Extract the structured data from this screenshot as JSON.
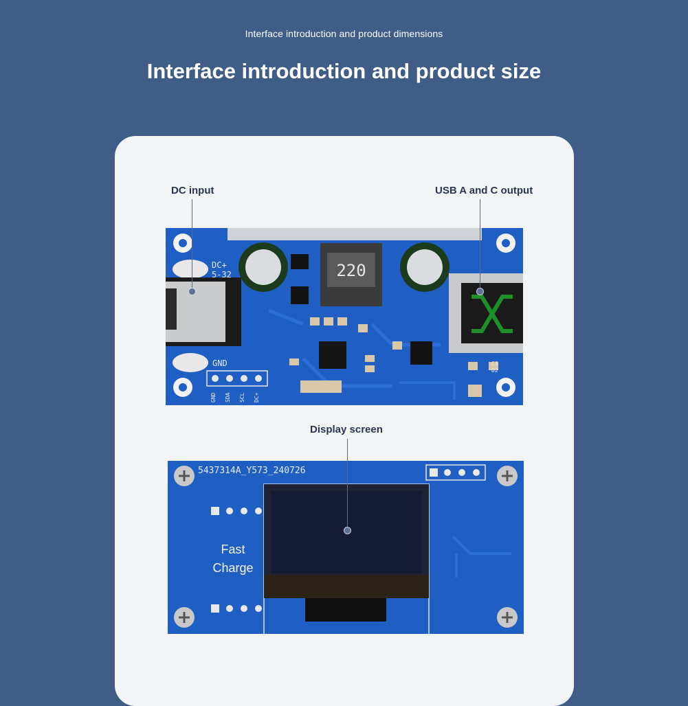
{
  "header": {
    "subtitle": "Interface introduction and product dimensions",
    "title": "Interface introduction and product size"
  },
  "card": {
    "top_board": {
      "dc_input_label": "DC input",
      "usb_output_label": "USB A and C output",
      "inductor_marking": "220",
      "silkscreen": {
        "dc_plus": "DC+",
        "voltage": "5-32",
        "gnd": "GND",
        "pin_gnd": "GND",
        "pin_sda": "SDA",
        "pin_scl": "SCL",
        "pin_dc": "DC+",
        "c3": "C3",
        "d2": "D2"
      }
    },
    "bottom_board": {
      "display_label": "Display screen",
      "serial": "5437314A_Y573_240726",
      "brand_line1": "Fast",
      "brand_line2": "Charge"
    }
  },
  "colors": {
    "page_background": "#3f5d87",
    "card_background": "#f3f4f6",
    "pcb_blue": "#1f5fc4",
    "oled_dark": "#151a35"
  },
  "icons": [
    "pointer-dot-icon"
  ]
}
